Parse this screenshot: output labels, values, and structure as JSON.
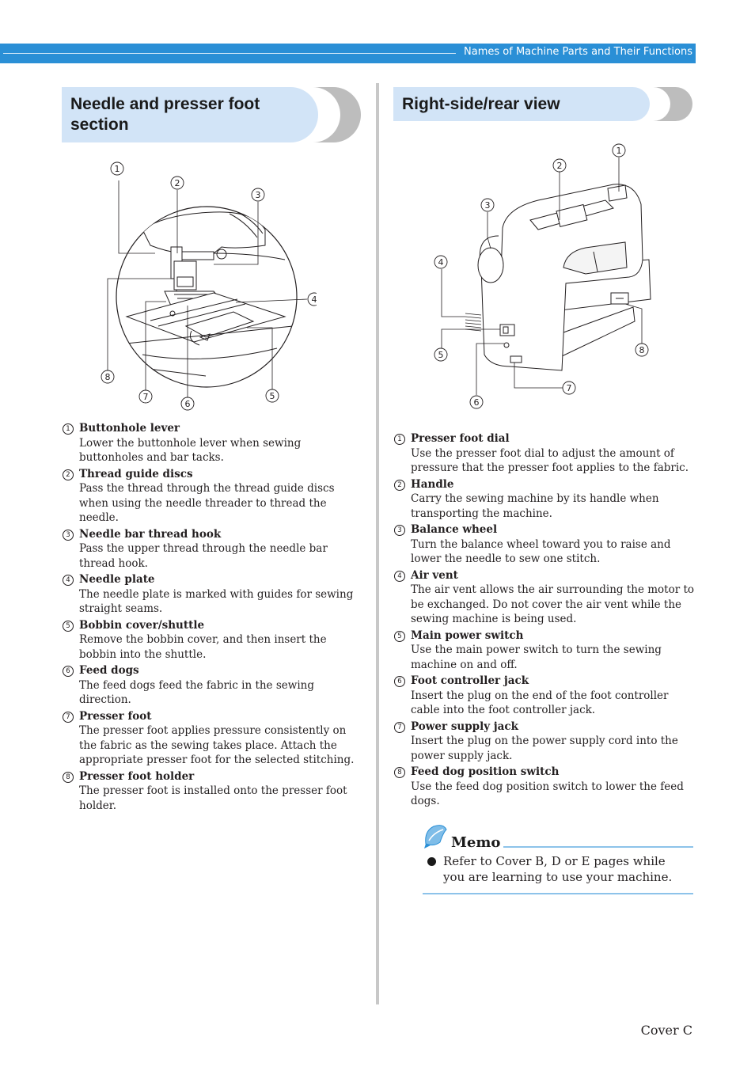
{
  "header": {
    "title": "Names of Machine Parts and Their Functions"
  },
  "left_section": {
    "title": "Needle and presser foot section",
    "callouts": [
      "1",
      "2",
      "3",
      "4",
      "5",
      "6",
      "7",
      "8"
    ],
    "items": [
      {
        "num": "1",
        "name": "Buttonhole lever",
        "desc": "Lower the buttonhole lever when sewing buttonholes and bar tacks."
      },
      {
        "num": "2",
        "name": "Thread guide discs",
        "desc": "Pass the thread through the thread guide discs when using the needle threader to thread the needle."
      },
      {
        "num": "3",
        "name": "Needle bar thread hook",
        "desc": "Pass the upper thread through the needle bar thread hook."
      },
      {
        "num": "4",
        "name": "Needle plate",
        "desc": "The needle plate is marked with guides for sewing straight seams."
      },
      {
        "num": "5",
        "name": "Bobbin cover/shuttle",
        "desc": "Remove the bobbin cover, and then insert the bobbin into the shuttle."
      },
      {
        "num": "6",
        "name": "Feed dogs",
        "desc": "The feed dogs feed the fabric in the sewing direction."
      },
      {
        "num": "7",
        "name": "Presser foot",
        "desc": "The presser foot applies pressure consistently on the fabric as the sewing takes place. Attach the appropriate presser foot for the selected stitching."
      },
      {
        "num": "8",
        "name": "Presser foot holder",
        "desc": "The presser foot is installed onto the presser foot holder."
      }
    ]
  },
  "right_section": {
    "title": "Right-side/rear view",
    "callouts": [
      "1",
      "2",
      "3",
      "4",
      "5",
      "6",
      "7",
      "8"
    ],
    "items": [
      {
        "num": "1",
        "name": "Presser foot dial",
        "desc": "Use the presser foot dial to adjust the amount of pressure that the presser foot applies to the fabric."
      },
      {
        "num": "2",
        "name": "Handle",
        "desc": "Carry the sewing machine by its handle when transporting the machine."
      },
      {
        "num": "3",
        "name": "Balance wheel",
        "desc": "Turn the balance wheel toward you to raise and lower the needle to sew one stitch."
      },
      {
        "num": "4",
        "name": "Air vent",
        "desc": "The air vent allows the air surrounding the motor to be exchanged. Do not cover the air vent while the sewing machine is being used."
      },
      {
        "num": "5",
        "name": "Main power switch",
        "desc": "Use the main power switch to turn the sewing machine on and off."
      },
      {
        "num": "6",
        "name": "Foot controller jack",
        "desc": "Insert the plug on the end of the foot controller cable into the foot controller jack."
      },
      {
        "num": "7",
        "name": "Power supply jack",
        "desc": "Insert the plug on the power supply cord into the power supply jack."
      },
      {
        "num": "8",
        "name": "Feed dog position switch",
        "desc": "Use the feed dog position switch to lower the feed dogs."
      }
    ]
  },
  "memo": {
    "title": "Memo",
    "text": "Refer to Cover B, D or E pages while you are learning to use your machine."
  },
  "footer": {
    "page_label": "Cover C"
  }
}
